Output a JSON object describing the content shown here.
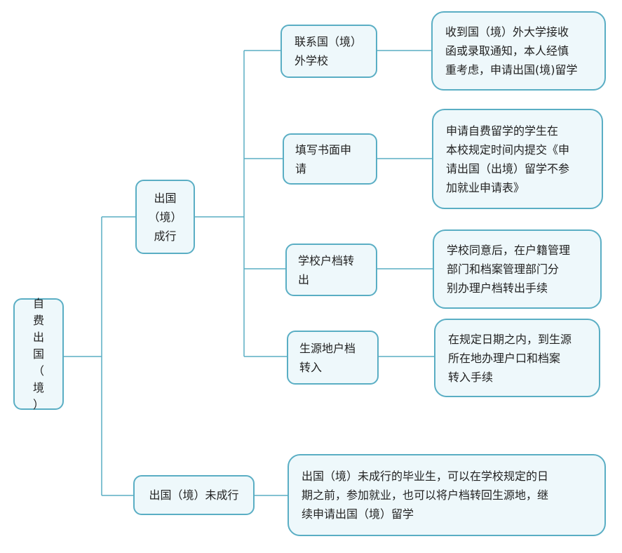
{
  "root": "自\n费\n出\n国\n（\n境\n）",
  "branches": [
    {
      "label": "出国\n（境）\n成行"
    },
    {
      "label": "出国（境）未成行"
    }
  ],
  "steps": [
    {
      "label": "联系国（境）\n外学校",
      "desc": "收到国（境）外大学接收\n函或录取通知，本人经慎\n重考虑，申请出国(境)留学"
    },
    {
      "label": "填写书面申\n请",
      "desc": "申请自费留学的学生在\n本校规定时间内提交《申\n请出国（出境）留学不参\n加就业申请表》"
    },
    {
      "label": "学校户档转\n出",
      "desc": "学校同意后，在户籍管理\n部门和档案管理部门分\n别办理户档转出手续"
    },
    {
      "label": "生源地户档\n转入",
      "desc": "在规定日期之内，到生源\n所在地办理户口和档案\n转入手续"
    }
  ],
  "not_departed_desc": "出国（境）未成行的毕业生，可以在学校规定的日\n期之前，参加就业，也可以将户档转回生源地，继\n续申请出国（境）留学",
  "colors": {
    "border": "#5aaec4",
    "fill": "#eef8fb"
  }
}
